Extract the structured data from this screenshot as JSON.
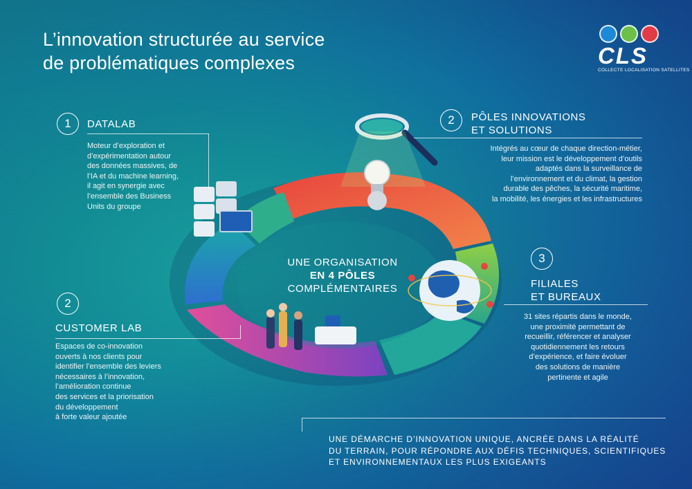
{
  "title": {
    "line1": "L’innovation structurée au service",
    "line2": "de problématiques complexes"
  },
  "logo": {
    "name": "CLS",
    "tagline": "COLLECTE LOCALISATION SATELLITES",
    "circle_colors": [
      "#1e88d8",
      "#6cc04a",
      "#e23b45"
    ]
  },
  "center": {
    "line1": "UNE ORGANISATION",
    "line2": "EN 4 PÔLES",
    "line3": "COMPLÉMENTAIRES"
  },
  "sections": {
    "datalab": {
      "number": "1",
      "title": "DATALAB",
      "body": [
        "Moteur d’exploration et",
        "d’expérimentation autour",
        "des données massives, de",
        "l’IA et du machine learning,",
        "il agit en synergie avec",
        "l’ensemble des Business",
        "Units du groupe"
      ]
    },
    "poles": {
      "number": "2",
      "title_line1": "PÔLES INNOVATIONS",
      "title_line2": "ET SOLUTIONS",
      "body": [
        "Intégrés au cœur de chaque direction-métier,",
        "leur mission est le développement d’outils",
        "adaptés dans la surveillance de",
        "l’environnement et du climat, la gestion",
        "durable des pêches, la sécurité maritime,",
        "la mobilité, les énergies et les infrastructures"
      ]
    },
    "customer_lab": {
      "number": "2",
      "title": "CUSTOMER LAB",
      "body": [
        "Espaces de co-innovation",
        "ouverts à nos clients pour",
        "identifier l’ensemble des leviers",
        "nécessaires à l’innovation,",
        "l’amélioration continue",
        "des services et la priorisation",
        "du développement",
        "à forte valeur ajoutée"
      ]
    },
    "filiales": {
      "number": "3",
      "title_line1": "FILIALES",
      "title_line2": "ET BUREAUX",
      "body": [
        "31 sites répartis dans le monde,",
        "une proximité permettant de",
        "recueillir, référencer et analyser",
        "quotidiennement les retours",
        "d’expérience, et faire évoluer",
        "des solutions de manière",
        "pertinente et agile"
      ]
    }
  },
  "footer": {
    "line1": "UNE DÉMARCHE D’INNOVATION UNIQUE, ANCRÉE DANS LA RÉALITÉ",
    "line2": "DU TERRAIN, POUR RÉPONDRE AUX DÉFIS TECHNIQUES, SCIENTIFIQUES",
    "line3": "ET ENVIRONNEMENTAUX LES PLUS EXIGEANTS"
  },
  "ring_colors": {
    "red_segment": "#ee4b3f",
    "green_segment": "#56b84f",
    "teal_segment": "#22a79a",
    "purple_segment": "#c745b0",
    "blue_segment": "#2b8fd1"
  },
  "icons": [
    "magnifier-icon",
    "lightbulb-icon",
    "server-icon",
    "globe-icon"
  ]
}
